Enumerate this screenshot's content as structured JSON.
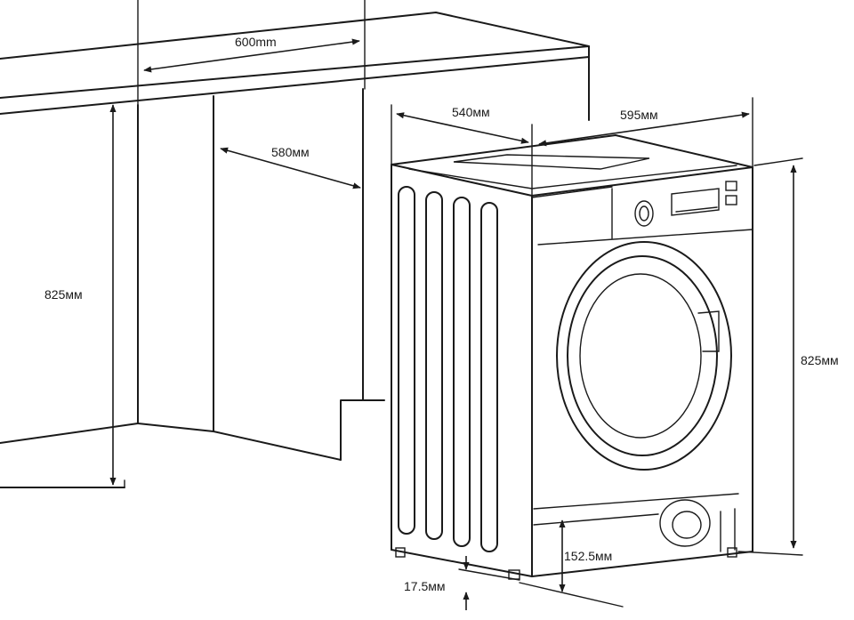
{
  "dimensions": {
    "cabinet_width": "600mm",
    "cabinet_depth": "580мм",
    "cabinet_height": "825мм",
    "machine_depth": "540мм",
    "machine_width": "595мм",
    "machine_height": "825мм",
    "feet_clearance": "17.5мм",
    "base_height": "152.5мм"
  },
  "colors": {
    "line": "#1a1a1a",
    "background": "#ffffff"
  }
}
